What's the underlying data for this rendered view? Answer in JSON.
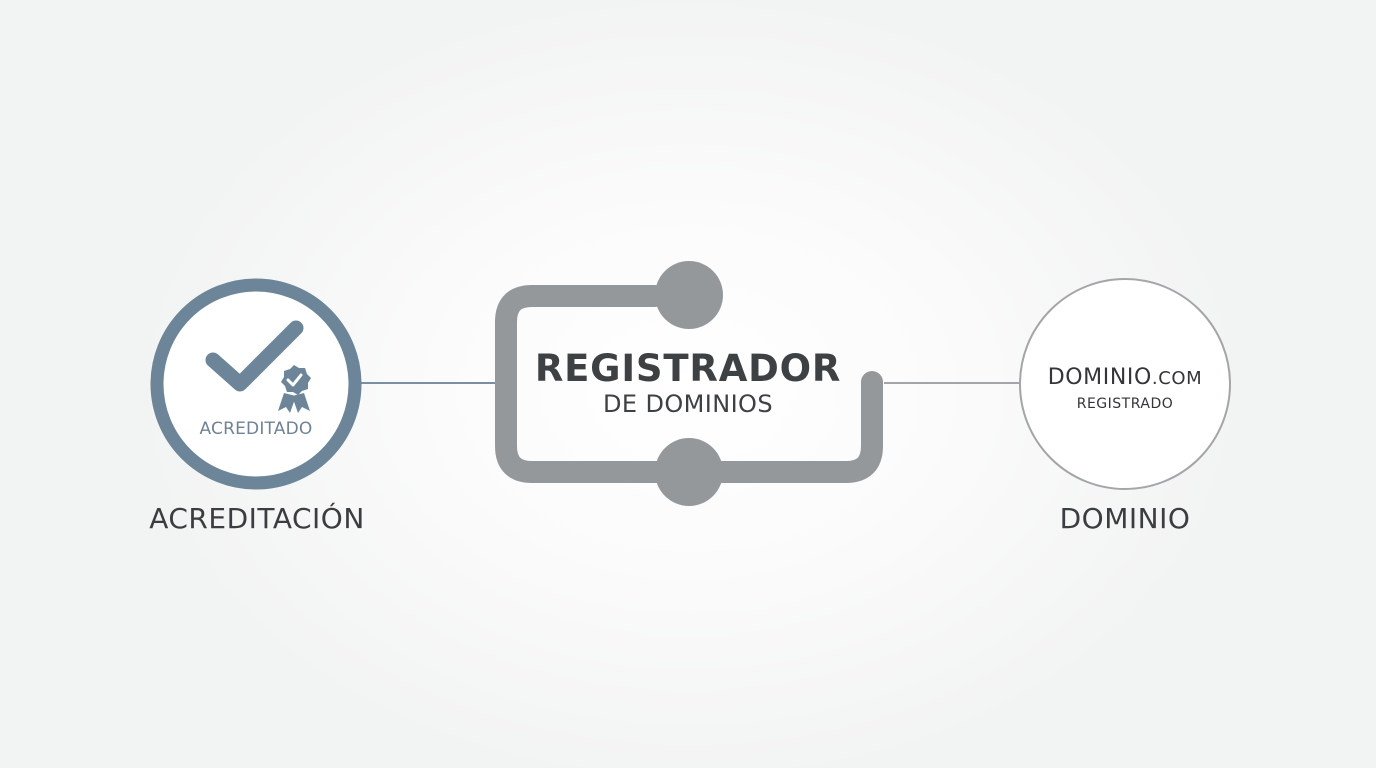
{
  "accreditation": {
    "badge_text": "ACREDITADO",
    "label": "ACREDITACIÓN",
    "icons": [
      "checkmark-icon",
      "award-ribbon-icon"
    ],
    "color": "#6d8599"
  },
  "registrar": {
    "title": "REGISTRADOR",
    "subtitle": "DE DOMINIOS",
    "color": "#95989b"
  },
  "domain": {
    "name_main": "DOMINIO",
    "name_tld": ".COM",
    "status": "REGISTRADO",
    "label": "DOMINIO",
    "border_color": "#a3a5a7"
  }
}
